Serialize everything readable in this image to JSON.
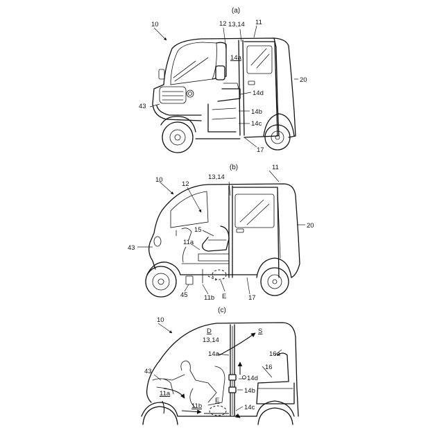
{
  "captions": {
    "a": "(a)",
    "b": "(b)",
    "c": "(c)"
  },
  "view_a": {
    "labels": {
      "l10": "10",
      "l12": "12",
      "l1314": "13,14",
      "l11": "11",
      "l14a": "14a",
      "l20": "20",
      "l14d": "14d",
      "l43": "43",
      "l14b": "14b",
      "l14c": "14c",
      "l17": "17"
    }
  },
  "view_b": {
    "labels": {
      "l10": "10",
      "l1314": "13,14",
      "l11": "11",
      "l12": "12",
      "l15": "15",
      "l20": "20",
      "l11a": "11a",
      "l43": "43",
      "l45": "45",
      "l11b": "11b",
      "lE": "E",
      "l17": "17"
    }
  },
  "view_c": {
    "labels": {
      "l10": "10",
      "lD": "D",
      "lS": "S",
      "l1314": "13,14",
      "l16a": "16a",
      "l14a": "14a",
      "l16": "16",
      "l43": "43",
      "l14d": "14d",
      "l14b": "14b",
      "l11a": "11a",
      "lE": "E",
      "l11b": "11b",
      "l14c": "14c"
    }
  }
}
